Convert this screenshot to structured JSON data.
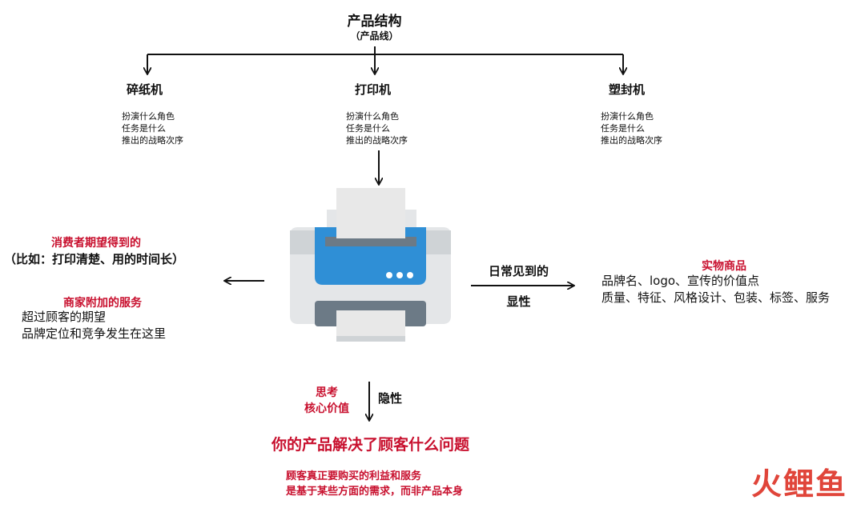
{
  "header": {
    "title": "产品结构",
    "subtitle": "（产品线）"
  },
  "branches": [
    {
      "name": "碎纸机",
      "lines": [
        "扮演什么角色",
        "任务是什么",
        "推出的战略次序"
      ]
    },
    {
      "name": "打印机",
      "lines": [
        "扮演什么角色",
        "任务是什么",
        "推出的战略次序"
      ]
    },
    {
      "name": "塑封机",
      "lines": [
        "扮演什么角色",
        "任务是什么",
        "推出的战略次序"
      ]
    }
  ],
  "left": {
    "expected_title": "消费者期望得到的",
    "expected_example": "（比如：打印清楚、用的时间长）",
    "added_title": "商家附加的服务",
    "added_lines": [
      "超过顾客的期望",
      "品牌定位和竞争发生在这里"
    ]
  },
  "right": {
    "arrow_label_top": "日常见到的",
    "arrow_label_bottom": "显性",
    "physical_title": "实物商品",
    "physical_lines": [
      "品牌名、logo、宣传的价值点",
      "质量、特征、风格设计、包装、标签、服务"
    ]
  },
  "bottom": {
    "think_lines": [
      "思考",
      "核心价值"
    ],
    "hidden_label": "隐性",
    "question": "你的产品解决了顾客什么问题",
    "answer_lines": [
      "顾客真正要购买的利益和服务",
      "是基于某些方面的需求，而非产品本身"
    ]
  },
  "watermark": {
    "text": "火鲤鱼"
  },
  "colors": {
    "accent_red": "#c8102e",
    "printer_blue": "#2f8fd6",
    "printer_gray_light": "#e4e6e8",
    "printer_gray_dark": "#6c7a86",
    "paper": "#e8e8e8",
    "watermark_red": "#e0453a",
    "watermark_blue": "#3a7fd0"
  },
  "icons": [
    "printer-icon",
    "arrow-down-icon",
    "arrow-left-icon",
    "arrow-right-icon"
  ]
}
